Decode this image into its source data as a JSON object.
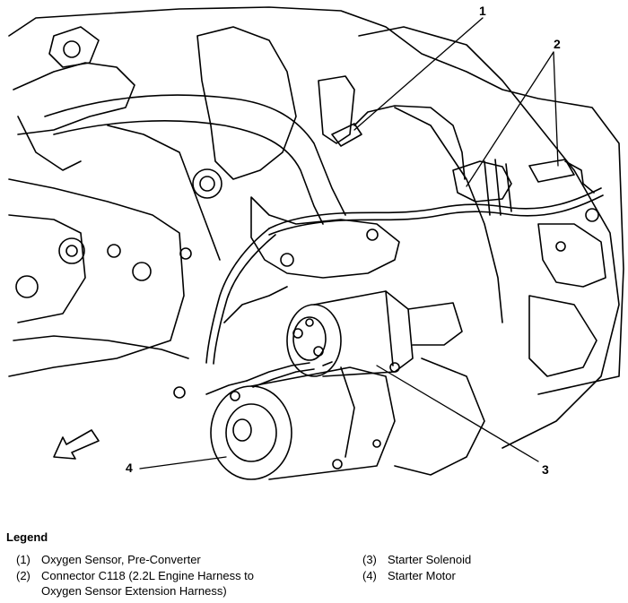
{
  "callouts": [
    "1",
    "2",
    "3",
    "4"
  ],
  "legend": {
    "title": "Legend",
    "items": [
      {
        "num": "(1)",
        "line1": "Oxygen Sensor, Pre-Converter",
        "line2": ""
      },
      {
        "num": "(2)",
        "line1": "Connector C118 (2.2L Engine Harness to",
        "line2": "Oxygen Sensor Extension Harness)"
      },
      {
        "num": "(3)",
        "line1": "Starter Solenoid",
        "line2": ""
      },
      {
        "num": "(4)",
        "line1": "Starter Motor",
        "line2": ""
      }
    ]
  }
}
